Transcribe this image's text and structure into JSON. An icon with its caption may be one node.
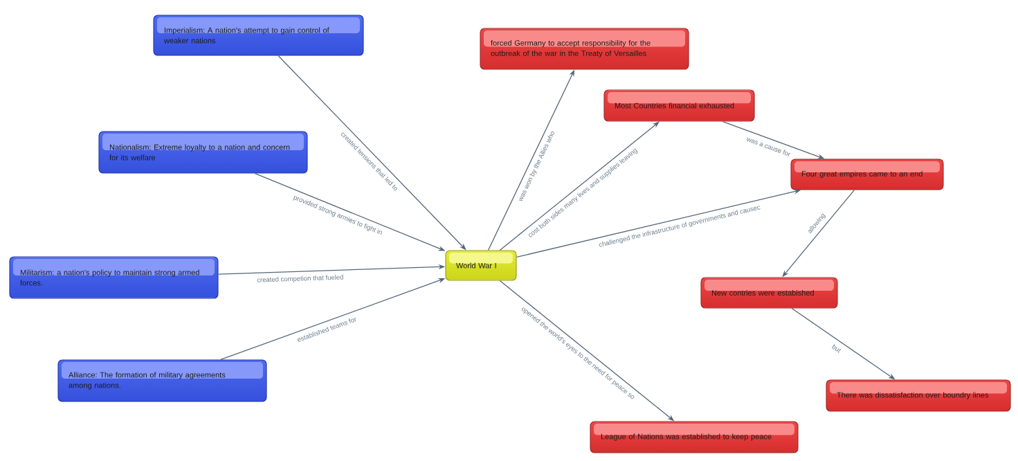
{
  "diagram": {
    "nodes": [
      {
        "text": [
          "Imperialism: A nation's attempt to gain control of weaker nations"
        ]
      },
      {
        "text": [
          "Nationalism: Extreme loyalty to a nation and concern for its welfare"
        ]
      },
      {
        "text": [
          "Militarism: a nation's policy to maintain strong armed forces."
        ]
      },
      {
        "text": [
          "Alliance: The formation of military agreements among nations."
        ]
      },
      {
        "text": [
          "World War I"
        ]
      },
      {
        "text": [
          "forced Germany to accept responsibility for the outbreak of the war in the Treaty of Versailles"
        ]
      },
      {
        "text": [
          "Most Countries financial exhausted"
        ]
      },
      {
        "text": [
          "Four great empires came to an end"
        ]
      },
      {
        "text": [
          "New contries were estabished"
        ]
      },
      {
        "text": [
          "There was dissatisfaction over boundry lines"
        ]
      },
      {
        "text": [
          "League of Nations was established to keep peace"
        ]
      }
    ],
    "edges": [
      {
        "from": 0,
        "to": 4,
        "arrow": "to",
        "label": "created tensions that led to"
      },
      {
        "from": 1,
        "to": 4,
        "arrow": "to",
        "label": "provided strong armies to fight in"
      },
      {
        "from": 2,
        "to": 4,
        "arrow": "to",
        "label": "created competion that fueled"
      },
      {
        "from": 3,
        "to": 4,
        "arrow": "to",
        "label": "established teams for"
      },
      {
        "from": 4,
        "to": 5,
        "arrow": "to",
        "label": "was won by the Allies who"
      },
      {
        "from": 4,
        "to": 6,
        "arrow": "to",
        "label": "cost both sides many lives and supplies leaving"
      },
      {
        "from": 4,
        "to": 7,
        "arrow": "to",
        "label": "challenged the infrastructure of governments and causec"
      },
      {
        "from": 6,
        "to": 7,
        "arrow": "to",
        "label": "was a cause for"
      },
      {
        "from": 7,
        "to": 8,
        "arrow": "to",
        "label": "allowing"
      },
      {
        "from": 8,
        "to": 9,
        "arrow": "to",
        "label": "but"
      },
      {
        "from": 4,
        "to": 10,
        "arrow": "to",
        "label": "opened the world's eyes to the need for peace so"
      }
    ]
  }
}
